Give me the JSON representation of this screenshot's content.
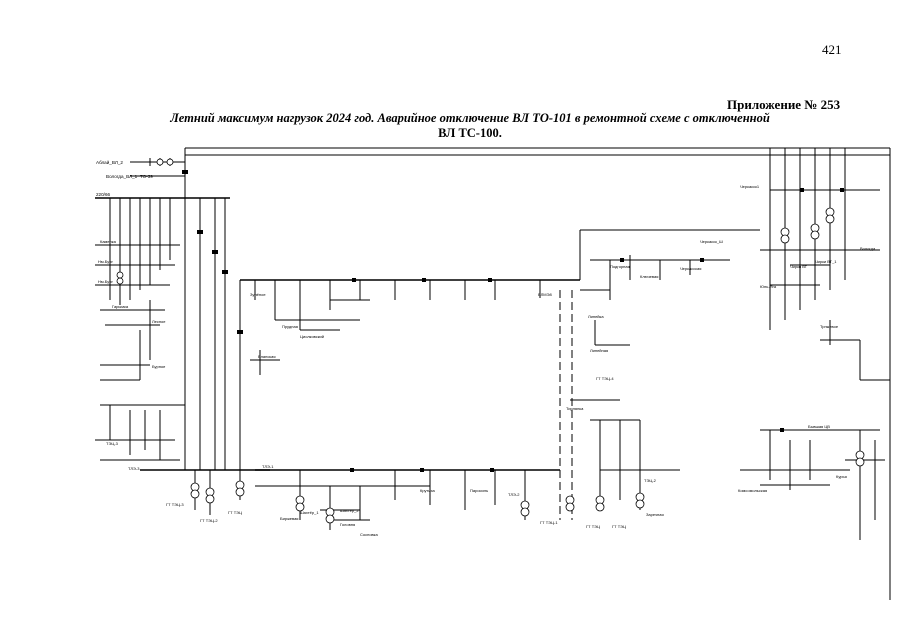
{
  "page_number": "421",
  "appendix": "Приложение № 253",
  "title_line1": "Летний максимум нагрузок 2024 год. Аварийное отключение ВЛ ТО-101 в ремонтной схеме с отключенной",
  "title_line2": "ВЛ ТС-100.",
  "labels": {
    "l_top1": "Аблай_ВЛ_2",
    "l_top2": "Вологда_ВЛ_1",
    "l_top3": "ТО-39",
    "l_bus1": "220/66",
    "l_a1": "Каменка",
    "l_a2": "Нм.Бург",
    "l_a3": "Нм.Бург",
    "l_a4": "Гарымка",
    "l_a5": "Лесное",
    "l_a6": "Бурное",
    "l_m1": "Зулёное",
    "l_m2": "Прудная",
    "l_m3": "Циолковский",
    "l_m4": "Бланская",
    "l_m5": "ВЛМЭ8",
    "l_m6": "Линейка",
    "l_m7": "Линейная",
    "l_r1": "Черкасск1",
    "l_r2": "Черкасск_Ш",
    "l_r3": "Чирки ВТ",
    "l_r4": "Чирки ВТ_1",
    "l_r5": "Юнь-Яга",
    "l_r6": "Трнжевое",
    "l_r7": "Вологда",
    "l_r8": "Черкасская",
    "l_b1": "ТЛЭ-3",
    "l_b2": "ТЛЭ-1",
    "l_b3": "ТЛЭ-2",
    "l_b4": "ГТ ТЭЦ-3",
    "l_b5": "ГТ ТЭЦ-2",
    "l_b6": "ГТ ТЭЦ",
    "l_b7": "ГТ ТЭЦ-1",
    "l_b8": "ГТ ТЭЦ",
    "l_b9": "ГТ ТЭЦ",
    "l_b10": "Заречная",
    "l_b11": "Биржевая",
    "l_b12": "Бывшая ЦВ",
    "l_b13": "Комсомольская",
    "l_b14": "Головня",
    "l_b15": "Сосновка",
    "l_b16": "Шахтёр_1",
    "l_b17": "Шахтёр_2",
    "l_b18": "Тирлянка",
    "l_n1": "ГТ ТЭЦ-4",
    "l_n2": "Крутиха",
    "l_n3": "Паросиль",
    "l_n4": "Подгорная",
    "l_n5": "Ключевая",
    "l_n6": "ТЭЦ-3",
    "l_n7": "ТЭЦ-2",
    "l_n8": "Курья"
  }
}
